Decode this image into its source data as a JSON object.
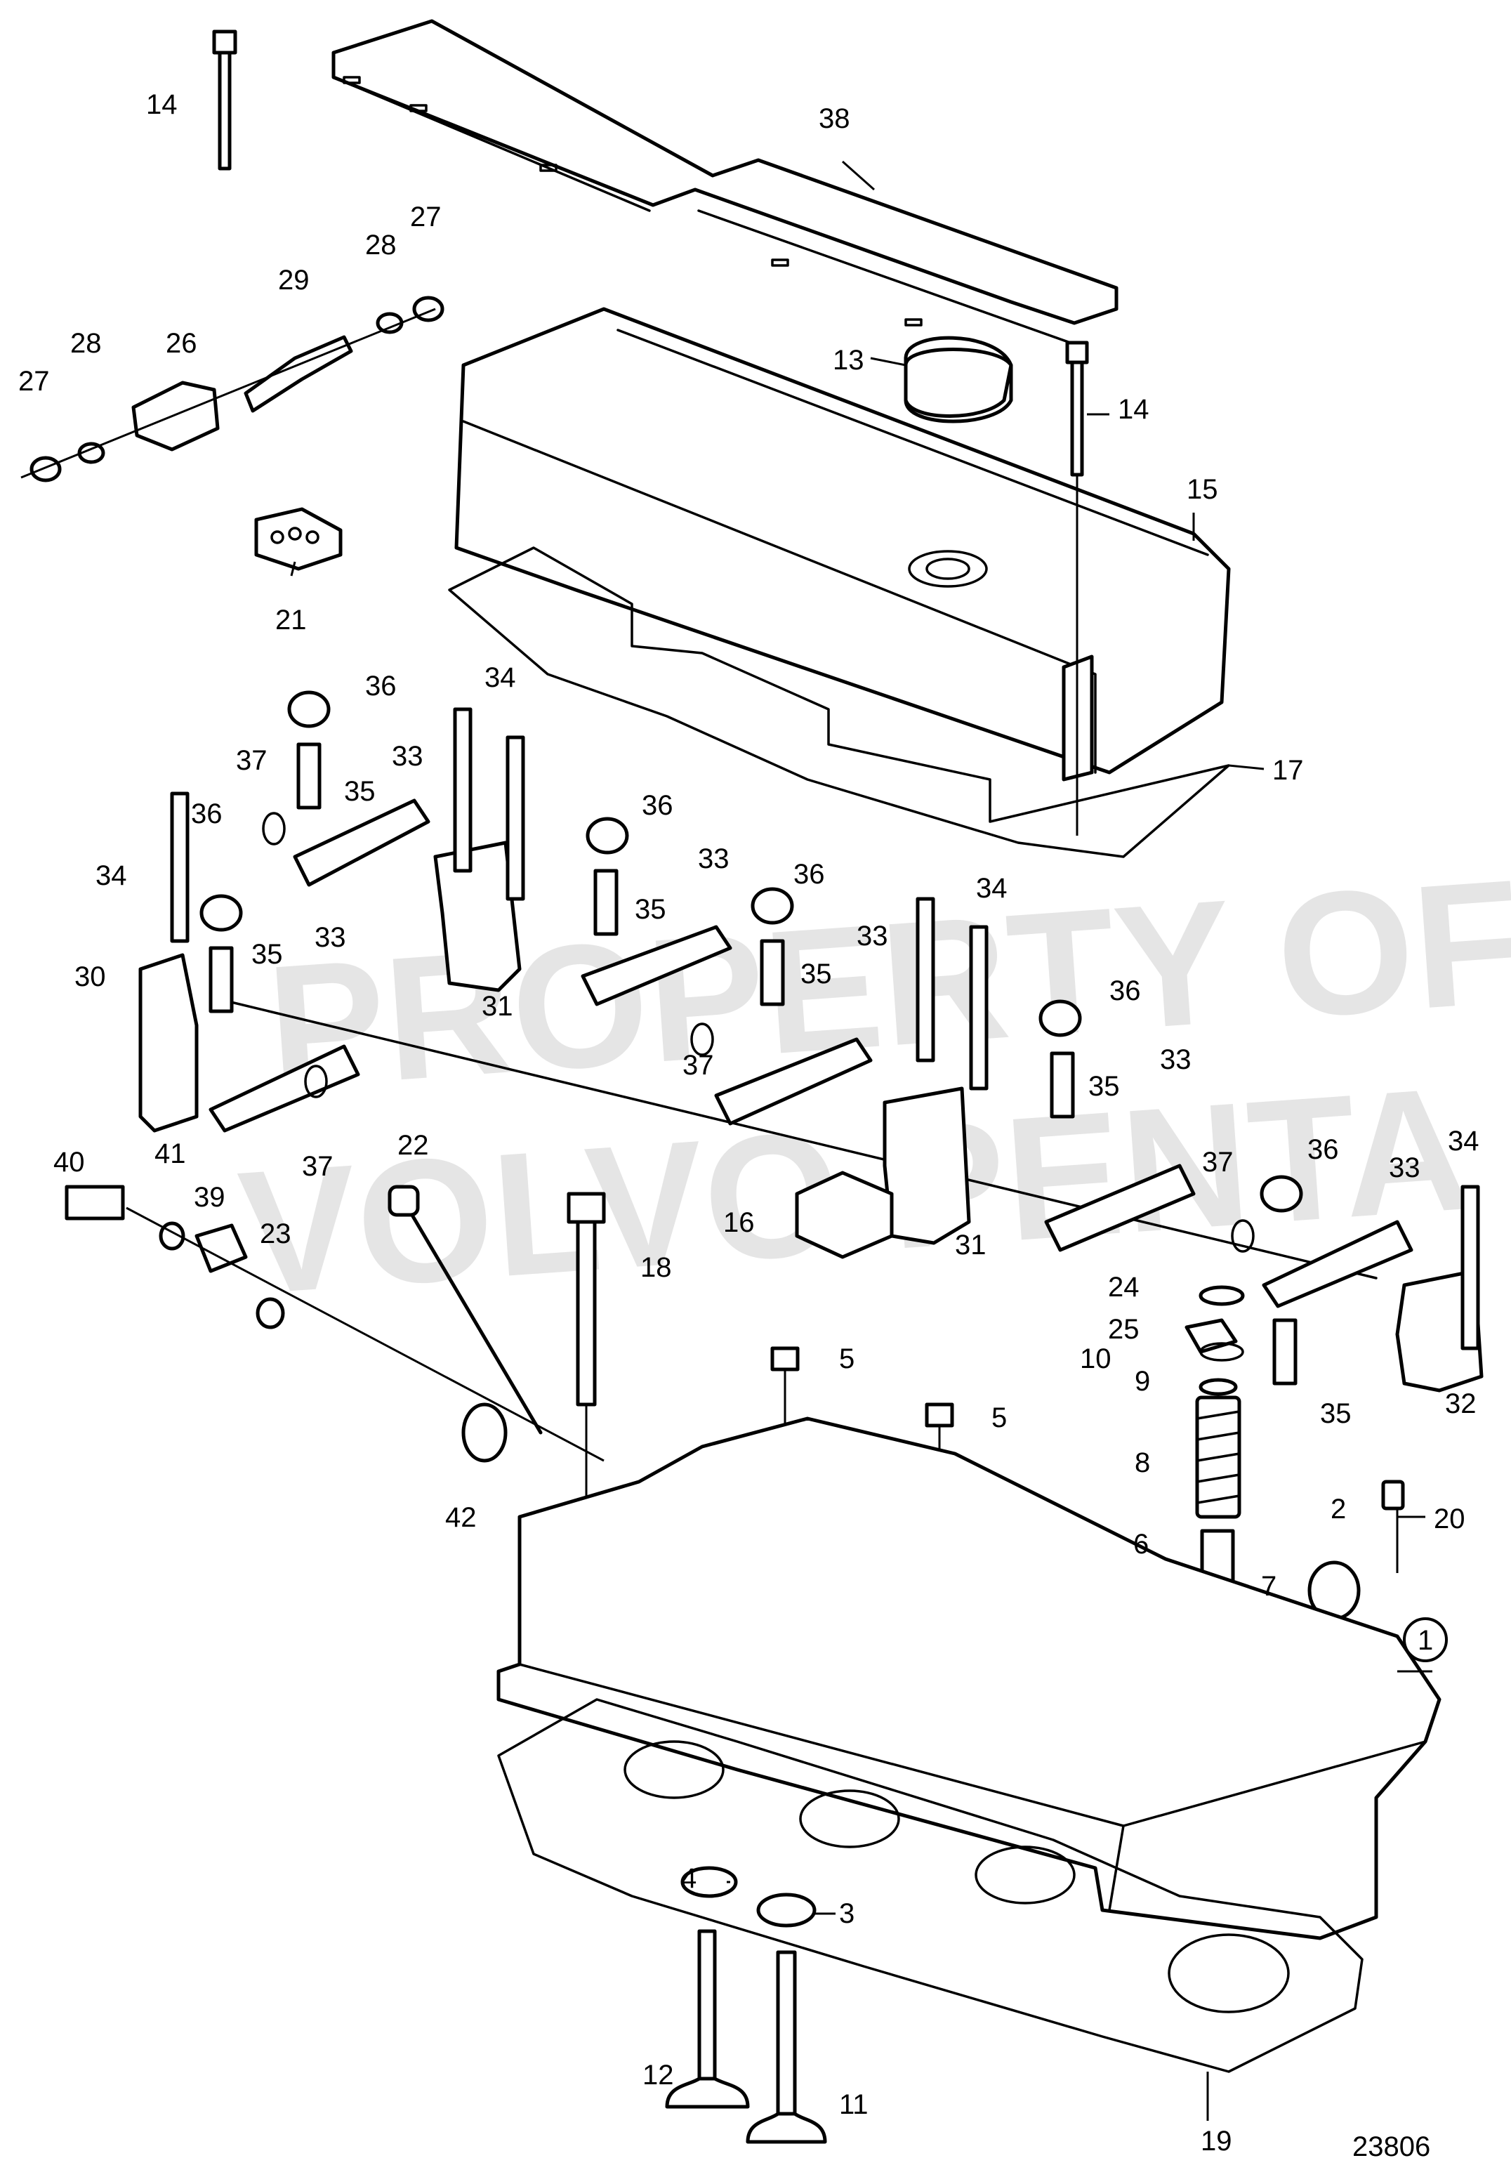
{
  "watermark": {
    "line1": "PROPERTY OF",
    "line2": "VOLVO PENTA"
  },
  "drawing_number": "23806",
  "callouts": {
    "c1": "1",
    "c2": "2",
    "c3": "3",
    "c4": "4",
    "c5a": "5",
    "c5b": "5",
    "c6": "6",
    "c7": "7",
    "c8": "8",
    "c9": "9",
    "c10": "10",
    "c11": "11",
    "c12": "12",
    "c13": "13",
    "c14a": "14",
    "c14b": "14",
    "c15": "15",
    "c16": "16",
    "c17": "17",
    "c18": "18",
    "c19": "19",
    "c20": "20",
    "c21": "21",
    "c22": "22",
    "c23": "23",
    "c24": "24",
    "c25": "25",
    "c26": "26",
    "c27a": "27",
    "c27b": "27",
    "c28a": "28",
    "c28b": "28",
    "c29": "29",
    "c30": "30",
    "c31a": "31",
    "c31b": "31",
    "c32": "32",
    "c33a": "33",
    "c33b": "33",
    "c33c": "33",
    "c33d": "33",
    "c33e": "33",
    "c33f": "33",
    "c34a": "34",
    "c34b": "34",
    "c34c": "34",
    "c34d": "34",
    "c35a": "35",
    "c35b": "35",
    "c35c": "35",
    "c35d": "35",
    "c35e": "35",
    "c35f": "35",
    "c36a": "36",
    "c36b": "36",
    "c36c": "36",
    "c36d": "36",
    "c36e": "36",
    "c36f": "36",
    "c37a": "37",
    "c37b": "37",
    "c37c": "37",
    "c37d": "37",
    "c38": "38",
    "c39": "39",
    "c40": "40",
    "c41": "41",
    "c42": "42"
  }
}
